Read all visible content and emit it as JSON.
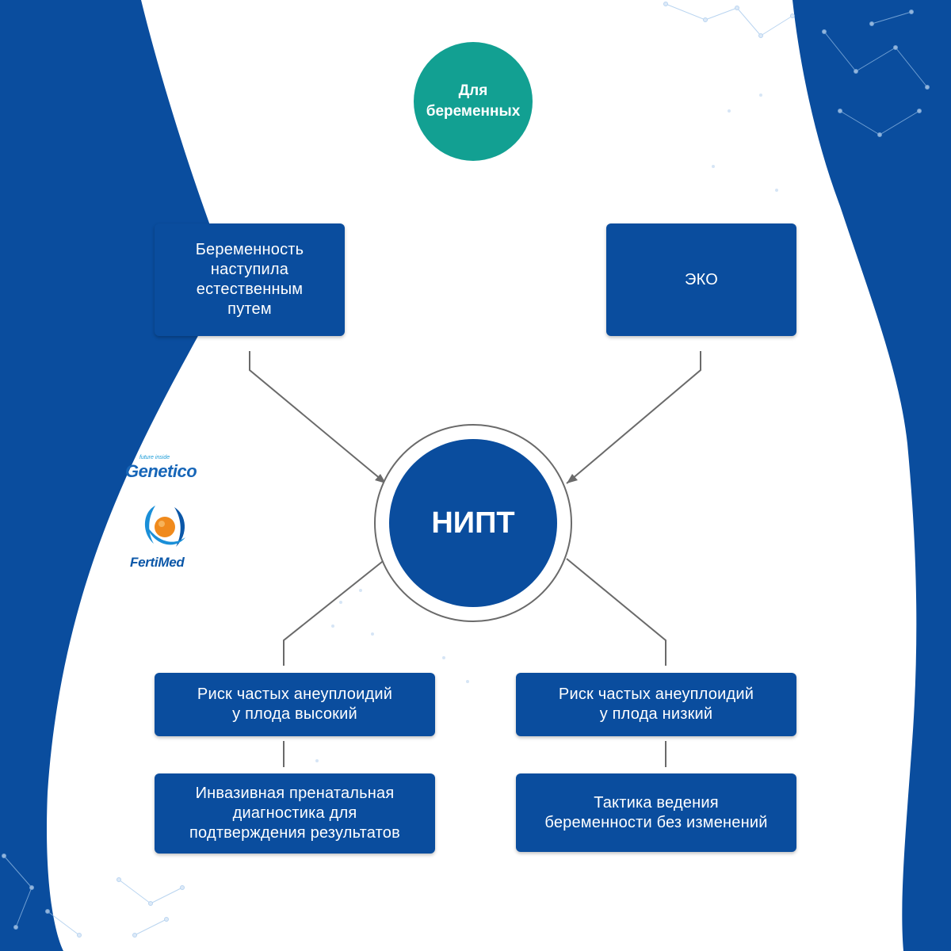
{
  "colors": {
    "frame_blue": "#0a4d9e",
    "box_blue": "#0a4d9e",
    "badge_teal": "#12a092",
    "connector_gray": "#6a6a6a"
  },
  "badge": {
    "text": "Для\nбеременных"
  },
  "top_left_box": {
    "text": "Беременность\nнаступила\nестественным\nпутем"
  },
  "top_right_box": {
    "text": "ЭКО"
  },
  "center_node": {
    "text": "НИПТ"
  },
  "risk_high_box": {
    "text": "Риск частых анеуплоидий\nу плода высокий"
  },
  "risk_low_box": {
    "text": "Риск частых анеуплоидий\nу плода низкий"
  },
  "invasive_box": {
    "text": "Инвазивная пренатальная\nдиагностика для\nподтверждения результатов"
  },
  "tactics_box": {
    "text": "Тактика ведения\nбеременности без изменений"
  },
  "logos": {
    "genetico": "Genetico",
    "genetico_tagline": "future inside",
    "fertimed": "FertiMed"
  }
}
